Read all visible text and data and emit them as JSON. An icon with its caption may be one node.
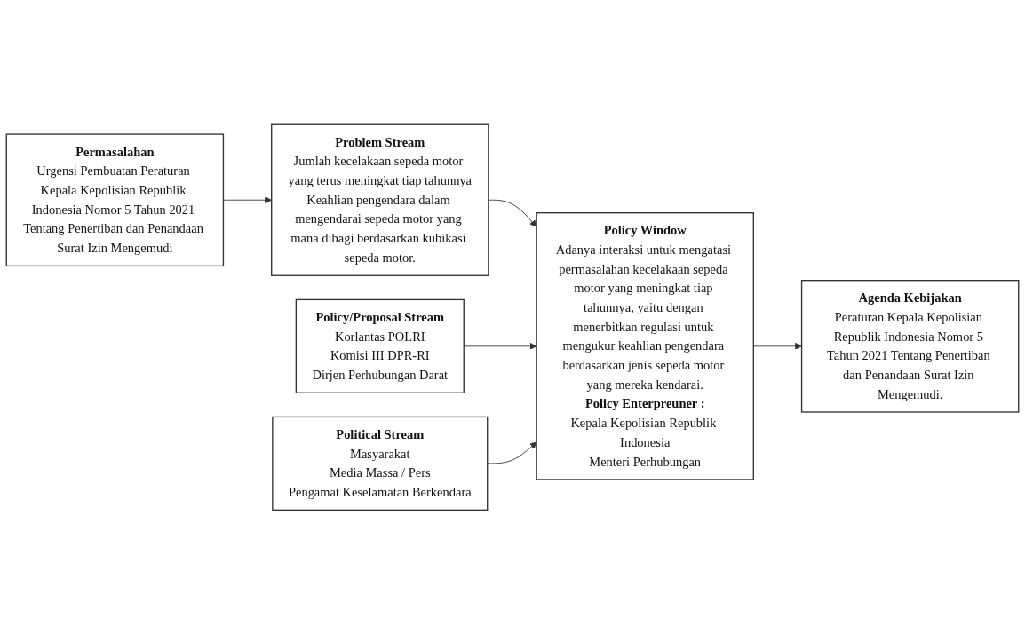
{
  "diagram": {
    "nodes": [
      {
        "text": [
          "Permasalahan",
          "Urgensi Pembuatan Peraturan Kepala Kepolisian Republik Indonesia Nomor 5 Tahun 2021 Tentang Penertiban dan Penandaan Surat Izin Mengemudi"
        ]
      },
      {
        "text": [
          "Problem Stream",
          "Jumlah kecelakaan sepeda motor yang terus meningkat tiap tahunnya",
          "Keahlian pengendara dalam mengendarai sepeda motor yang mana dibagi berdasarkan kubikasi sepeda motor."
        ]
      },
      {
        "text": [
          "Policy/Proposal Stream",
          "Korlantas POLRI",
          "Komisi III DPR-RI",
          "Dirjen Perhubungan Darat"
        ]
      },
      {
        "text": [
          "Political Stream",
          "Masyarakat",
          "Media Massa / Pers",
          "Pengamat Keselamatan Berkendara"
        ]
      },
      {
        "text": [
          "Policy Window",
          "Adanya interaksi untuk mengatasi permasalahan kecelakaan sepeda motor yang meningkat tiap tahunnya, yaitu dengan menerbitkan regulasi untuk mengukur keahlian pengendara berdasarkan jenis sepeda motor yang mereka kendarai.",
          "Policy Enterpreuner :",
          "Kepala Kepolisian Republik Indonesia",
          "Menteri Perhubungan"
        ]
      },
      {
        "text": [
          "Agenda Kebijakan",
          "Peraturan Kepala Kepolisian Republik Indonesia Nomor 5 Tahun 2021 Tentang Penertiban dan Penandaan Surat Izin Mengemudi."
        ]
      }
    ],
    "edges": [
      {
        "from": 0,
        "to": 1,
        "arrow": "to"
      },
      {
        "from": 1,
        "to": 4,
        "arrow": "to"
      },
      {
        "from": 2,
        "to": 4,
        "arrow": "to"
      },
      {
        "from": 3,
        "to": 4,
        "arrow": "to"
      },
      {
        "from": 4,
        "to": 5,
        "arrow": "to"
      }
    ]
  }
}
